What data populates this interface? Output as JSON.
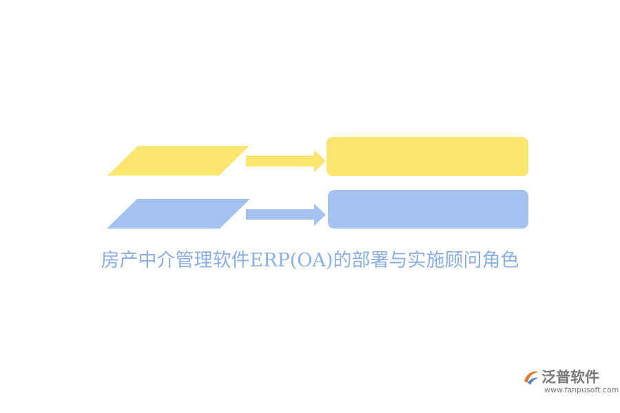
{
  "diagram": {
    "rows": [
      {
        "parallelogram_label": "",
        "box_label": "",
        "color": "#fde56f"
      },
      {
        "parallelogram_label": "",
        "box_label": "",
        "color": "#a3c2ef"
      }
    ],
    "arrow_direction": "right"
  },
  "caption": {
    "text": "房产中介管理软件ERP(OA)的部署与实施顾问角色",
    "color": "#8aafe6"
  },
  "watermark": {
    "brand": "泛普软件",
    "url": "www.fanpusoft.com",
    "brand_color": "#777777",
    "logo_colors": [
      "#e8792f",
      "#4a86c8"
    ]
  }
}
